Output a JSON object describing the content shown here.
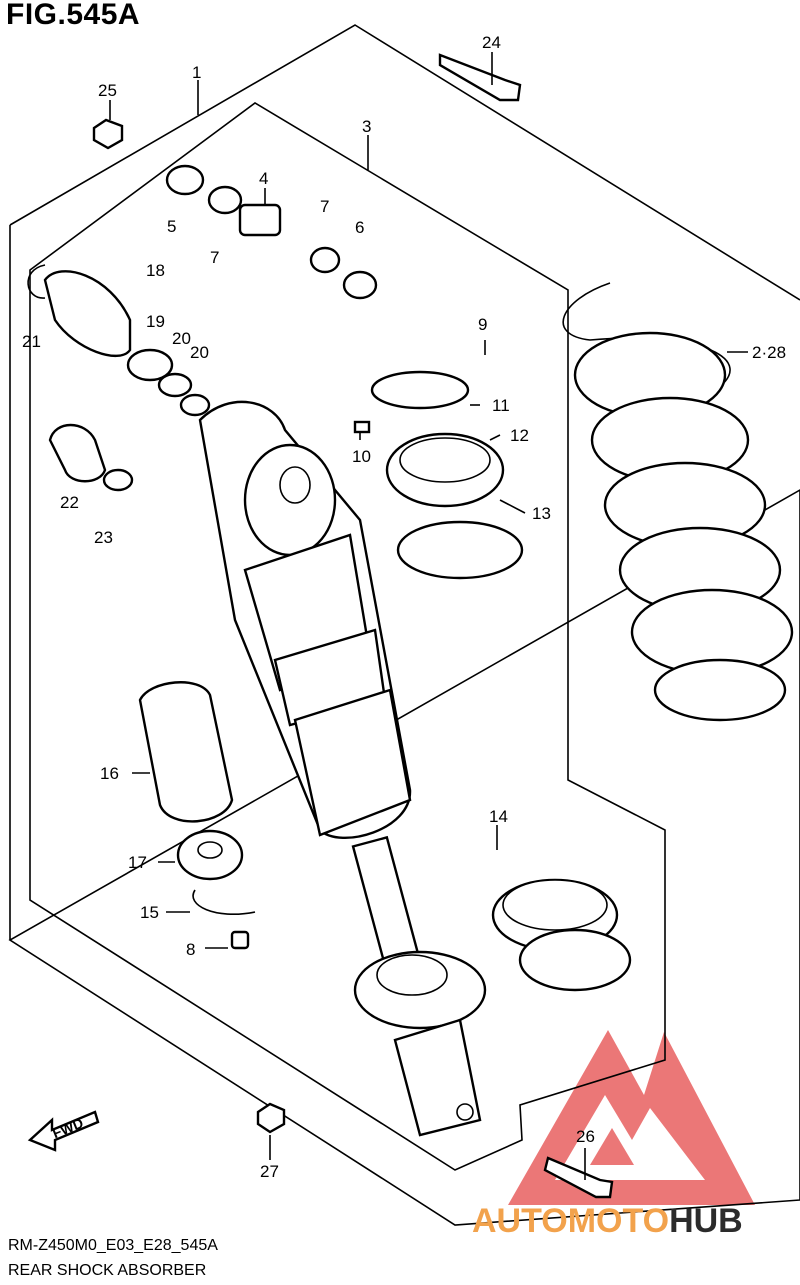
{
  "figure": {
    "title": "FIG.545A",
    "code": "RM-Z450M0_E03_E28_545A",
    "caption": "REAR SHOCK ABSORBER"
  },
  "fwd_label": "FWD",
  "watermark": {
    "word_a": "AUTOMOTO",
    "word_b": "HUB",
    "color_a": "#f2a24c",
    "color_b": "#2b2b2b",
    "logo_color": "#e86060"
  },
  "callouts": [
    "1",
    "2·28",
    "3",
    "4",
    "5",
    "6",
    "7",
    "7",
    "8",
    "9",
    "10",
    "11",
    "12",
    "13",
    "14",
    "15",
    "16",
    "17",
    "18",
    "19",
    "20",
    "20",
    "21",
    "22",
    "23",
    "24",
    "25",
    "26",
    "27"
  ]
}
